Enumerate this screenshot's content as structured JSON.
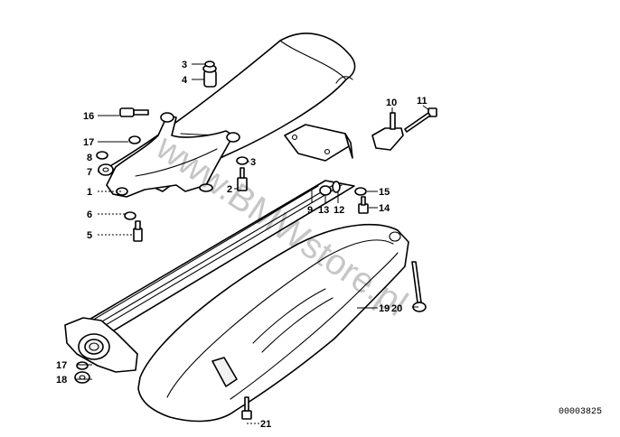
{
  "callouts": {
    "c1": "1",
    "c2": "2",
    "c3a": "3",
    "c3b": "3",
    "c4": "4",
    "c5": "5",
    "c6": "6",
    "c7": "7",
    "c8": "8",
    "c9": "9",
    "c10": "10",
    "c11": "11",
    "c12": "12",
    "c13": "13",
    "c14": "14",
    "c15": "15",
    "c16": "16",
    "c17a": "17",
    "c17b": "17",
    "c18": "18",
    "c19": "19",
    "c20": "20",
    "c21": "21"
  },
  "watermark": "www.BMWstore.pl",
  "reference_number": "00003825"
}
